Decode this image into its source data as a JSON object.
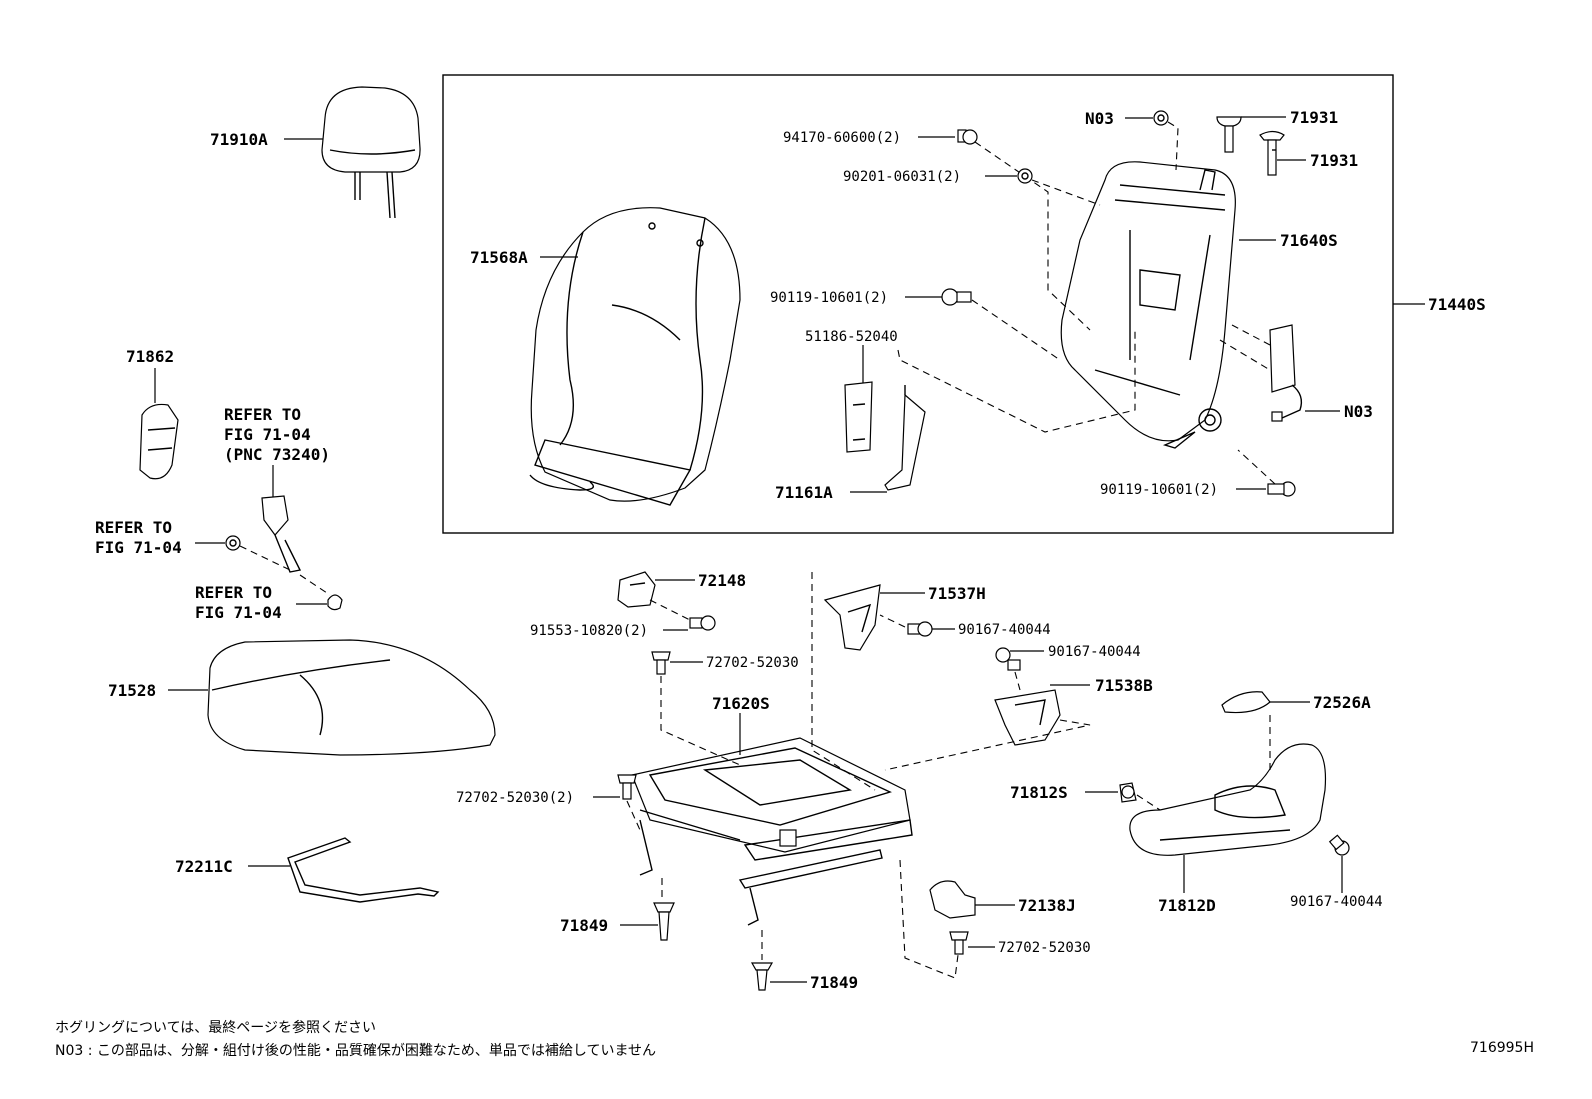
{
  "diagram": {
    "labels": {
      "p71910A": "71910A",
      "p71568A": "71568A",
      "p71862": "71862",
      "refer1a": "REFER TO",
      "refer1b": "FIG 71-04",
      "refer1c": "(PNC 73240)",
      "refer2a": "REFER TO",
      "refer2b": "FIG 71-04",
      "refer3a": "REFER TO",
      "refer3b": "FIG 71-04",
      "p71528": "71528",
      "p72211C": "72211C",
      "p94170": "94170-60600(2)",
      "p90201": "90201-06031(2)",
      "p90119a": "90119-10601(2)",
      "p51186": "51186-52040",
      "p71161A": "71161A",
      "n03a": "N03",
      "p71931a": "71931",
      "p71931b": "71931",
      "p71640S": "71640S",
      "p71440S": "71440S",
      "n03b": "N03",
      "p90119b": "90119-10601(2)",
      "p72148": "72148",
      "p91553": "91553-10820(2)",
      "p72702a": "72702-52030",
      "p71537H": "71537H",
      "p90167a": "90167-40044",
      "p90167b": "90167-40044",
      "p71538B": "71538B",
      "p71620S": "71620S",
      "p72702b": "72702-52030(2)",
      "p72526A": "72526A",
      "p71812S": "71812S",
      "p71849a": "71849",
      "p71849b": "71849",
      "p72138J": "72138J",
      "p72702c": "72702-52030",
      "p71812D": "71812D",
      "p90167c": "90167-40044"
    },
    "notes": {
      "line1": "ホグリングについては、最終ページを参照ください",
      "line2": "N03 : この部品は、分解・組付け後の性能・品質確保が困難なため、単品では補給していません"
    },
    "figure_id": "716995H"
  }
}
